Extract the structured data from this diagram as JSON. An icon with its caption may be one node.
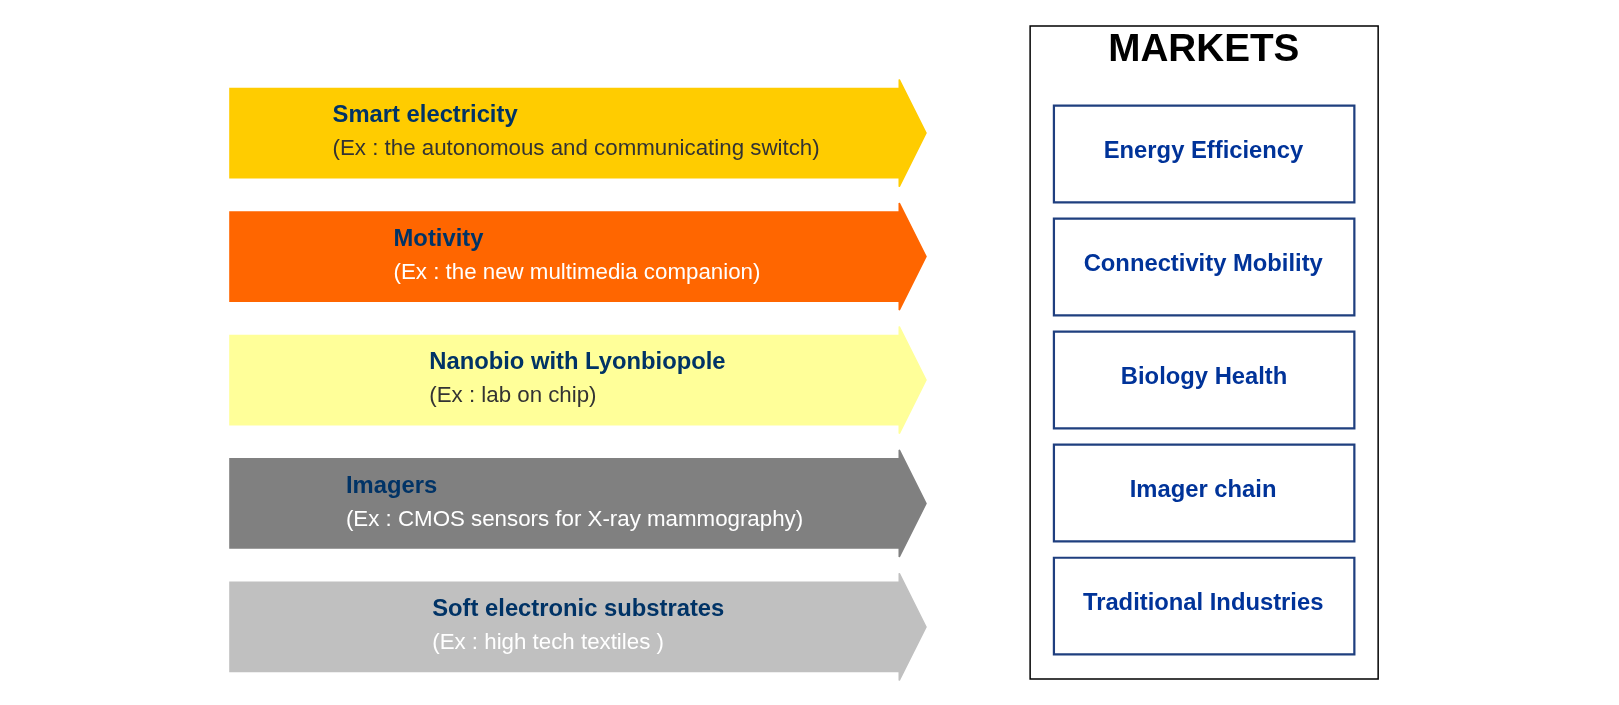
{
  "diagram": {
    "nodes": [
      {
        "text": [
          "Smart electricity",
          "(Ex : the autonomous and communicating switch)"
        ]
      },
      {
        "text": [
          "Motivity",
          "(Ex : the new multimedia companion)"
        ]
      },
      {
        "text": [
          "Nanobio with Lyonbiopole",
          "(Ex : lab on chip)"
        ]
      },
      {
        "text": [
          "Imagers",
          "(Ex : CMOS sensors for X-ray mammography)"
        ]
      },
      {
        "text": [
          "Soft electronic substrates",
          "(Ex : high tech textiles )"
        ]
      },
      {
        "text": [
          "MARKETS"
        ]
      },
      {
        "text": [
          "Energy Efficiency"
        ],
        "in": 5
      },
      {
        "text": [
          "Connectivity Mobility"
        ],
        "in": 5
      },
      {
        "text": [
          "Biology Health"
        ],
        "in": 5
      },
      {
        "text": [
          "Imager chain"
        ],
        "in": 5
      },
      {
        "text": [
          "Traditional Industries"
        ],
        "in": 5
      }
    ],
    "edges": []
  }
}
